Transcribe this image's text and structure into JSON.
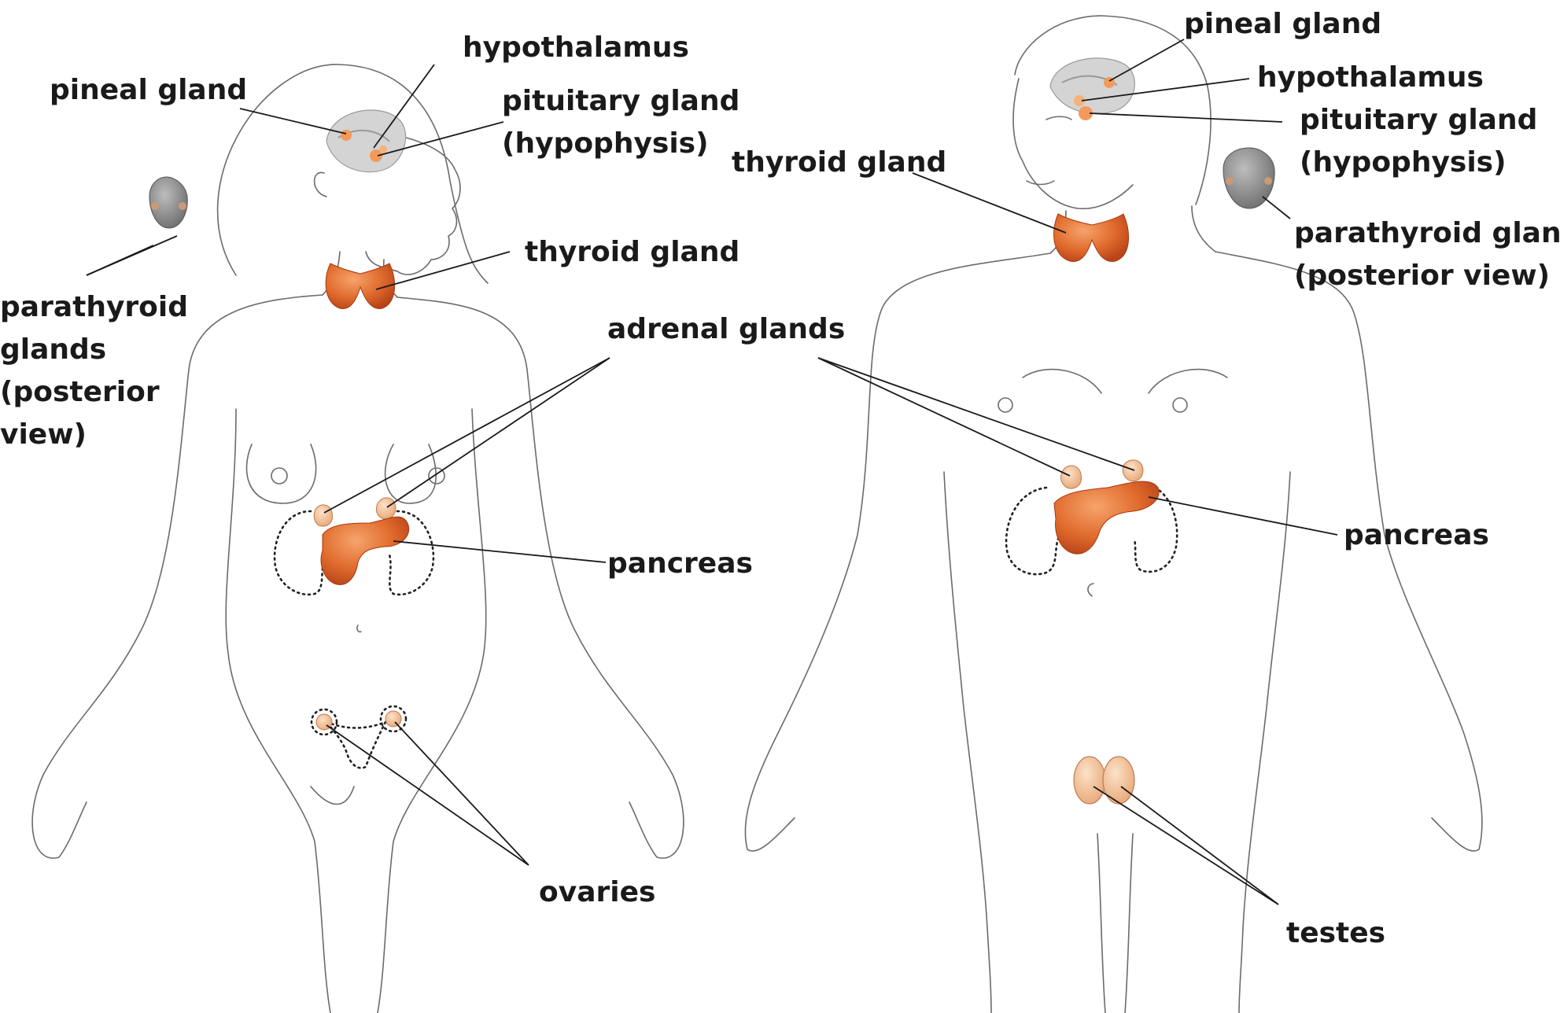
{
  "female": {
    "labels": {
      "hypothalamus": "hypothalamus",
      "pineal_gland": "pineal gland",
      "pituitary_line1": "pituitary gland",
      "pituitary_line2": "(hypophysis)",
      "thyroid_gland": "thyroid gland",
      "parathyroid_line1": "parathyroid",
      "parathyroid_line2": "glands",
      "parathyroid_line3": "(posterior",
      "parathyroid_line4": "view)",
      "adrenal_glands": "adrenal glands",
      "pancreas": "pancreas",
      "ovaries": "ovaries"
    }
  },
  "male": {
    "labels": {
      "pineal_gland": "pineal gland",
      "hypothalamus": "hypothalamus",
      "pituitary_line1": "pituitary gland",
      "pituitary_line2": "(hypophysis)",
      "thyroid_gland": "thyroid gland",
      "parathyroid_line1": "parathyroid glands",
      "parathyroid_line2": "(posterior view)",
      "pancreas": "pancreas",
      "testes": "testes"
    }
  },
  "colors": {
    "gland_fill": "#e06a2c",
    "gland_highlight": "#f4a06a",
    "adrenal_fill": "#f0b48a",
    "gonad_fill": "#f2c89a",
    "outline": "#6b6b6b",
    "text": "#1a1a1a"
  }
}
